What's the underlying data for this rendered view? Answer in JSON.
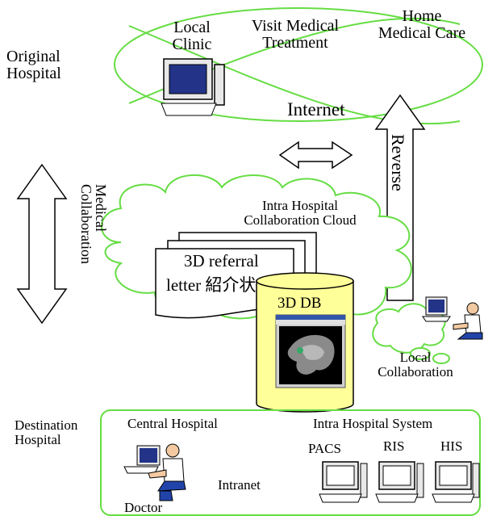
{
  "top": {
    "local_clinic": "Local\nClinic",
    "visit_medical": "Visit Medical\nTreatment",
    "home_medical": "Home\nMedical Care",
    "internet": "Internet",
    "original_hospital": "Original\nHospital"
  },
  "middle": {
    "medical_collaboration": "Medical\nCollaboration",
    "reverse": "Reverse",
    "cloud_label": "Intra Hospital\nCollaboration Cloud",
    "referral_line1": "3D referral",
    "referral_line2": "letter 紹介状",
    "db_label": "3D DB",
    "local_collab": "Local\nCollaboration"
  },
  "bottom": {
    "destination_hospital": "Destination\nHospital",
    "central_hospital": "Central Hospital",
    "intra_system": "Intra Hospital System",
    "pacs": "PACS",
    "ris": "RIS",
    "his": "HIS",
    "intranet": "Intranet",
    "doctor": "Doctor"
  },
  "colors": {
    "green_outline": "#66dd44",
    "db_fill": "#ffff99",
    "screen_blue": "#223388"
  }
}
